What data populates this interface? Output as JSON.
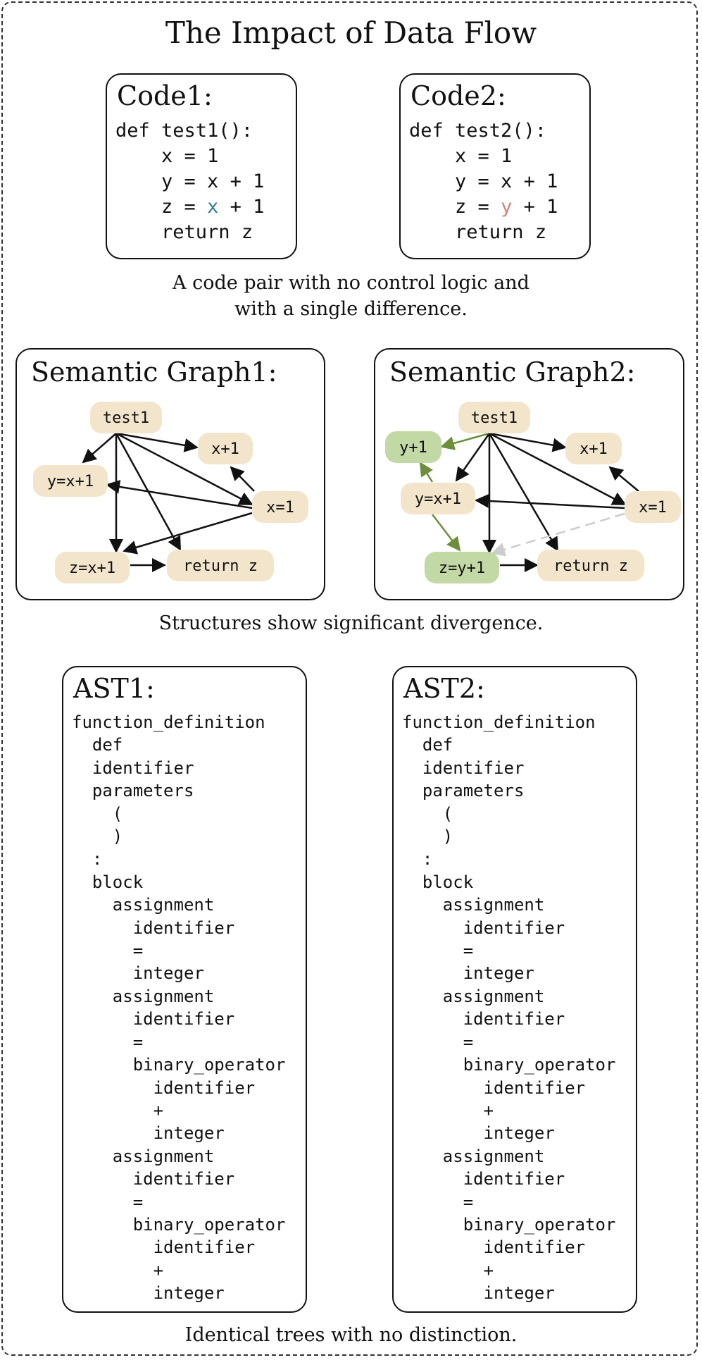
{
  "title": "The Impact of Data Flow",
  "code1": {
    "heading": "Code1:",
    "line1": "def test1():",
    "line2": "x = 1",
    "line3": "y = x + 1",
    "line4_pre": "z = ",
    "line4_var": "x",
    "line4_post": " + 1",
    "line5": "return z"
  },
  "code2": {
    "heading": "Code2:",
    "line1": "def test2():",
    "line2": "x = 1",
    "line3": "y = x + 1",
    "line4_pre": "z = ",
    "line4_var": "y",
    "line4_post": " + 1",
    "line5": "return z"
  },
  "caption1": {
    "line1": "A code pair with no control logic and",
    "line2": "with a single difference."
  },
  "graph1": {
    "heading": "Semantic Graph1:",
    "nodes": {
      "test1": "test1",
      "x1": "x+1",
      "yx1": "y=x+1",
      "xeq1": "x=1",
      "zx1": "z=x+1",
      "retz": "return z"
    }
  },
  "graph2": {
    "heading": "Semantic Graph2:",
    "nodes": {
      "test1": "test1",
      "y1": "y+1",
      "x1": "x+1",
      "yx1": "y=x+1",
      "xeq1": "x=1",
      "zy1": "z=y+1",
      "retz": "return z"
    }
  },
  "caption2": "Structures show significant divergence.",
  "ast1": {
    "heading": "AST1:",
    "lines": [
      "function_definition",
      "  def",
      "  identifier",
      "  parameters",
      "    (",
      "    )",
      "  :",
      "  block",
      "    assignment",
      "      identifier",
      "      =",
      "      integer",
      "    assignment",
      "      identifier",
      "      =",
      "      binary_operator",
      "        identifier",
      "        +",
      "        integer",
      "    assignment",
      "      identifier",
      "      =",
      "      binary_operator",
      "        identifier",
      "        +",
      "        integer"
    ]
  },
  "ast2": {
    "heading": "AST2:",
    "lines": [
      "function_definition",
      "  def",
      "  identifier",
      "  parameters",
      "    (",
      "    )",
      "  :",
      "  block",
      "    assignment",
      "      identifier",
      "      =",
      "      integer",
      "    assignment",
      "      identifier",
      "      =",
      "      binary_operator",
      "        identifier",
      "        +",
      "        integer",
      "    assignment",
      "      identifier",
      "      =",
      "      binary_operator",
      "        identifier",
      "        +",
      "        integer"
    ]
  },
  "caption3": "Identical trees with no distinction.",
  "colors": {
    "node_fill": "#f3e5cc",
    "highlight_fill": "#c3d9a5",
    "highlight_edge": "#6b8f3a",
    "dashed_edge": "#cccccc",
    "diff_x": "#2f7f9a",
    "diff_y": "#d4837c"
  }
}
